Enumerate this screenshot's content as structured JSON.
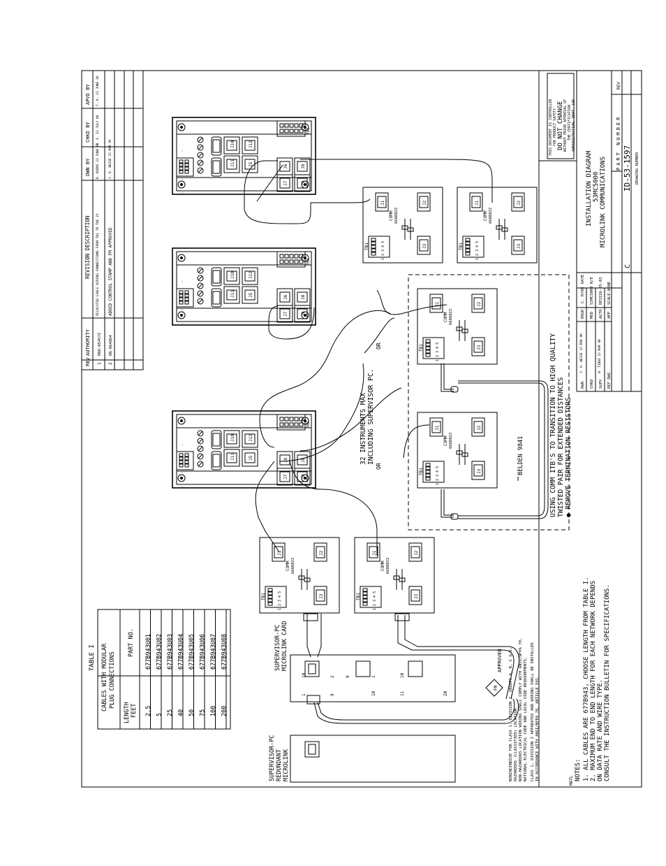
{
  "revision_table": {
    "headers": [
      "REV",
      "AUTHORITY",
      "REVISION DESCRIPTION",
      "DWN BY",
      "CHKD BY",
      "APVD BY"
    ],
    "rows": [
      {
        "rev": "1",
        "authority": "RNO-054572",
        "description": "RELOCATED CABLE WIRING CONNECTIONS FROM TB1 TO THE J5",
        "dwn": "R. KOENS 11 JUNE 90",
        "chkd": "T. A. 11 JULY 90",
        "apvd": "T. K. 11 JUNE 10"
      },
      {
        "rev": "2",
        "authority": "RN-064864",
        "description": "ADDED CONTROL STAMP AND FM APPROVED",
        "dwn": "J. D. WEISE 15 MAR 91",
        "chkd": "",
        "apvd": ""
      }
    ]
  },
  "title_block": {
    "control_note": [
      "THIS DOCUMENT IS CONTROLLED",
      "FOR PRODUCT SAFETY",
      "DO NOT CHANGE",
      "WITHOUT PRIOR APPROVAL OF",
      "THE CERTIFICATION",
      "ADMINISTRATION, DEPT. 185"
    ],
    "title": [
      "INSTALLATION DIAGRAM",
      "53MC5000",
      "MICROLINK COMMUNICATIONS"
    ],
    "part_number_label": "PART NUMBER",
    "size": "C",
    "part_number": "ID-53-1597",
    "drawing_number_label": "DRAWING NUMBER",
    "rev_label": "REV",
    "matl_label": "MATL",
    "dwn_label": "DWN",
    "dwn_value": "J. D. WEISE 15 MAR 90",
    "chkd_label": "CHKD",
    "supv_label": "SUPV",
    "supv_value": "W. TIBBS 15 MAR 90",
    "ref_label": "REF DWG",
    "engr_label": "ENGR",
    "engr_value": "C. RYAN",
    "mod_label": "MOD",
    "mod_value": "53MC5000",
    "auth_label": "AUTH",
    "auth_value": "DP2226-35-03",
    "date_label": "DATE",
    "nvt_label": "N/E",
    "scale": "SCALE-NONE",
    "app_label": "APP"
  },
  "table1": {
    "title": "TABLE I",
    "subtitle": [
      "CABLES WITH MODULAR",
      "PLUG CONNECTIONS"
    ],
    "col_length": [
      "LENGTH",
      "FEET"
    ],
    "col_part": "PART NO.",
    "rows": [
      {
        "length": "2.5",
        "part": "677B943U01"
      },
      {
        "length": "5",
        "part": "677B943U02"
      },
      {
        "length": "25",
        "part": "677B943U03"
      },
      {
        "length": "40",
        "part": "677B943U04"
      },
      {
        "length": "50",
        "part": "677B943U05"
      },
      {
        "length": "75",
        "part": "677B943U06"
      },
      {
        "length": "100",
        "part": "677B943U07"
      },
      {
        "length": "200",
        "part": "677B943U08"
      }
    ]
  },
  "labels": {
    "comm": "COMM",
    "comm_part": "6688822",
    "tb1": "TB1",
    "tb1_pins": "1 2 3 4 5",
    "j1": "J1",
    "j2": "J2",
    "j3": "J3",
    "j5": "J5",
    "j6": "J6",
    "j7": "J7",
    "j8": "J8",
    "j9": "J9",
    "j10": "J10",
    "j11": "J11",
    "j12": "J12",
    "tb2": "TB2",
    "or": "OR",
    "instruments": [
      "32 INSTRUMENTS MAX",
      "INCLUDING SUPERVISOR PC."
    ],
    "belden": "BELDEN 9841",
    "using_comm": [
      "USING COMM ITB'S TO TRANSITION TO HIGH QUALITY",
      "TWISTED PAIR FOR EXTENDED DISTANCES",
      "● REMOVE TERMINATION RESISTORS"
    ],
    "supervisor_card": [
      "SUPERVISOR-PC",
      "MICROLINK CARD"
    ],
    "supervisor_redundant": [
      "SUPERVISOR-PC",
      "REDUNDANT",
      "MICROLINK"
    ],
    "card_pins": [
      "1",
      "2",
      "9",
      "10",
      "1",
      "10",
      "9",
      "11",
      "10",
      "20"
    ]
  },
  "approval": {
    "badge": "FM",
    "approved": "APPROVED",
    "lines": [
      "NONINCENDIVE FOR CLASS 1, DIVISION 2, GROUPS A, B, C & D,",
      "HAZARDOUS (CLASSIFIED) LOCATION.",
      "NON-HAZARDOUS LOCATION WIRING SHALL COMPLY WITH ANSI/NFPA 70,",
      "NATIONAL ELECTRICAL CODE AND LOCAL CODE REQUIREMENTS.",
      "CLASS 1, DIVISION 2 APPARATUS AND WIRING SHALL BE INSTALLED",
      "IN ACCORDANCE WITH ANSI/NFPA 70, ARTICLE 501."
    ]
  },
  "notes": {
    "title": "NOTES:",
    "lines": [
      "1.  ALL CABLES ARE 677B943, CHOOSE LENGTH FROM TABLE I.",
      "2.  MAXIMUM END TO END LENGTH FOR EACH NETWORK DEPENDS",
      "     ON DATA RATE AND WIRE TYPE.",
      "     CONSULT THE INSTRUCTION BULLETIN FOR SPECIFICATIONS."
    ]
  }
}
